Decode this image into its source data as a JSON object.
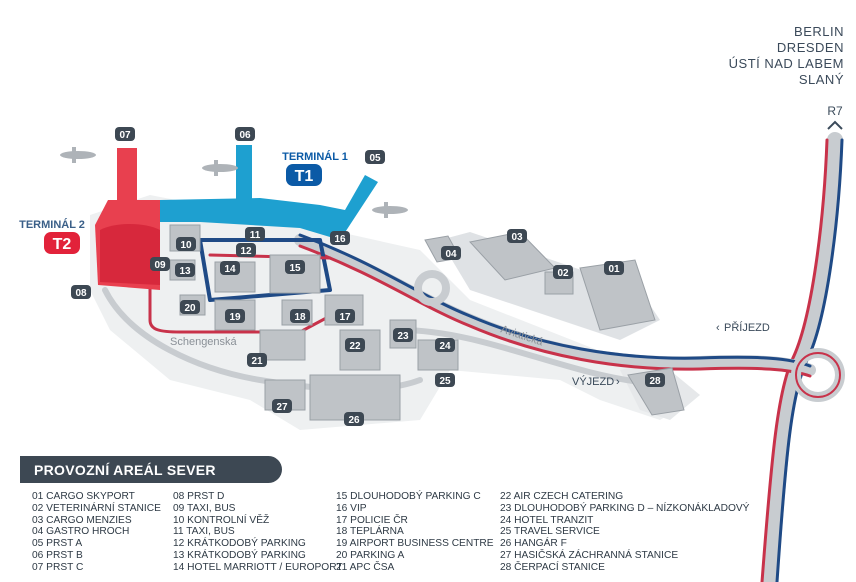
{
  "destinations": [
    "BERLIN",
    "DRESDEN",
    "ÚSTÍ NAD LABEM",
    "SLANÝ"
  ],
  "road_label": "R7",
  "terminals": [
    {
      "label": "TERMINÁL 1",
      "badge": "T1",
      "color": "#0b5aa6"
    },
    {
      "label": "TERMINÁL 2",
      "badge": "T2",
      "color": "#e2223a"
    }
  ],
  "street_labels": {
    "schengenska": "Schengenská",
    "aviaticka": "Aviatická"
  },
  "direction_labels": {
    "entry": "PŘÍJEZD",
    "exit": "VÝJEZD"
  },
  "map_numbers": [
    "01",
    "02",
    "03",
    "04",
    "05",
    "06",
    "07",
    "08",
    "09",
    "10",
    "11",
    "12",
    "13",
    "14",
    "15",
    "16",
    "17",
    "18",
    "19",
    "20",
    "21",
    "22",
    "23",
    "24",
    "25",
    "26",
    "27",
    "28"
  ],
  "legend_title": "PROVOZNÍ AREÁL SEVER",
  "legend_columns": [
    [
      "01 CARGO SKYPORT",
      "02 VETERINÁRNÍ STANICE",
      "03 CARGO MENZIES",
      "04 GASTRO HROCH",
      "05 PRST A",
      "06 PRST B",
      "07 PRST C"
    ],
    [
      "08 PRST D",
      "09 TAXI, BUS",
      "10 KONTROLNÍ VĚŽ",
      "11 TAXI, BUS",
      "12 KRÁTKODOBÝ PARKING",
      "13 KRÁTKODOBÝ PARKING",
      "14 HOTEL MARRIOTT / EUROPORT"
    ],
    [
      "15 DLOUHODOBÝ PARKING C",
      "16 VIP",
      "17 POLICIE ČR",
      "18 TEPLÁRNA",
      "19 AIRPORT BUSINESS CENTRE",
      "20 PARKING A",
      "21 APC ČSA"
    ],
    [
      "22 AIR CZECH CATERING",
      "23 DLOUHODOBÝ PARKING D – NÍZKONÁKLADOVÝ",
      "24 HOTEL TRANZIT",
      "25 TRAVEL SERVICE",
      "26 HANGÁR F",
      "27 HASIČSKÁ ZÁCHRANNÁ STANICE",
      "28 ČERPACÍ STANICE"
    ]
  ],
  "colors": {
    "road": "#c8ccd0",
    "red_route": "#c8324a",
    "blue_route": "#1f4a86",
    "badge": "#3d4853",
    "terminal1_building": "#1ea0d0",
    "terminal2_building": "#e8404f",
    "building": "#bfc3c7"
  }
}
